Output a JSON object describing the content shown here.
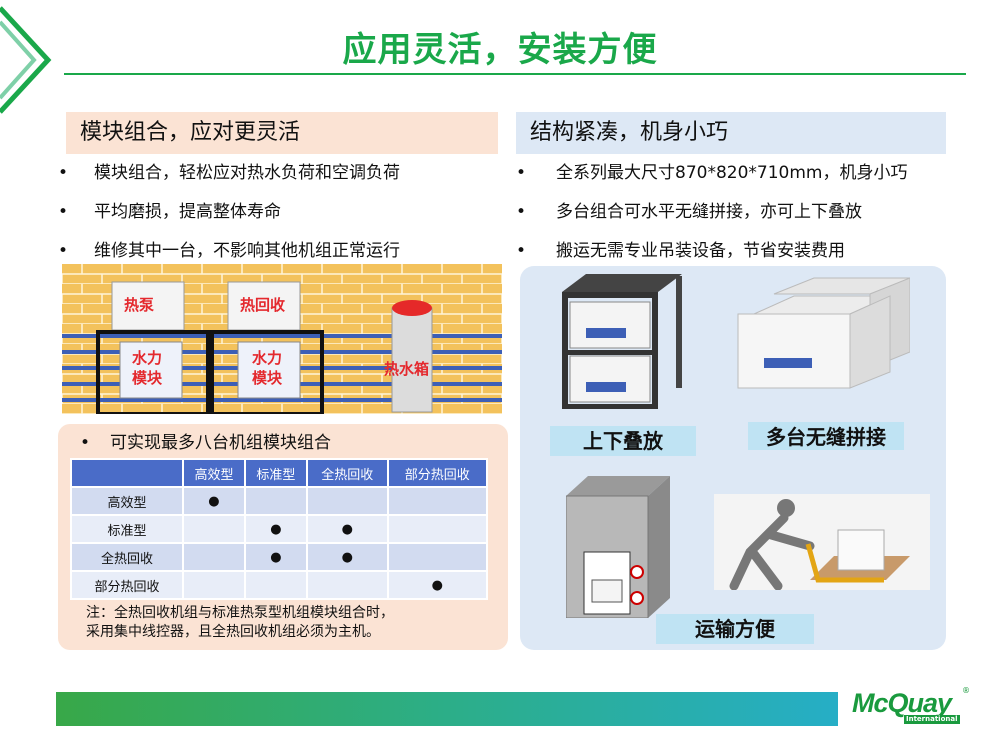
{
  "title": "应用灵活，安装方便",
  "left": {
    "heading": "模块组合，应对更灵活",
    "bullets": [
      "模块组合，轻松应对热水负荷和空调负荷",
      "平均磨损，提高整体寿命",
      "维修其中一台，不影响其他机组正常运行"
    ],
    "diagram_labels": {
      "heat_pump": "热泵",
      "heat_recovery": "热回收",
      "water_module_1": "水力模块",
      "water_module_2": "水力模块",
      "hot_water_tank": "热水箱"
    },
    "combo_bullet": "可实现最多八台机组模块组合",
    "table": {
      "headers": [
        "",
        "高效型",
        "标准型",
        "全热回收",
        "部分热回收"
      ],
      "rows": [
        {
          "name": "高效型",
          "cells": [
            "●",
            "",
            "",
            ""
          ]
        },
        {
          "name": "标准型",
          "cells": [
            "",
            "●",
            "●",
            ""
          ]
        },
        {
          "name": "全热回收",
          "cells": [
            "",
            "●",
            "●",
            ""
          ]
        },
        {
          "name": "部分热回收",
          "cells": [
            "",
            "",
            "",
            "●"
          ]
        }
      ]
    },
    "note_line1": "注：全热回收机组与标准热泵型机组模块组合时，",
    "note_line2": "采用集中线控器，且全热回收机组必须为主机。"
  },
  "right": {
    "heading": "结构紧凑，机身小巧",
    "bullets": [
      "全系列最大尺寸870*820*710mm，机身小巧",
      "多台组合可水平无缝拼接，亦可上下叠放",
      "搬运无需专业吊装设备，节省安装费用"
    ],
    "captions": {
      "stack": "上下叠放",
      "side_by_side": "多台无缝拼接",
      "transport": "运输方便"
    }
  },
  "logo": {
    "name": "McQuay",
    "sub": "International",
    "reg": "®"
  },
  "colors": {
    "accent": "#1aa84a",
    "left_panel": "#fbe3d4",
    "right_panel": "#dde8f5",
    "table_header": "#4a6cc8"
  }
}
